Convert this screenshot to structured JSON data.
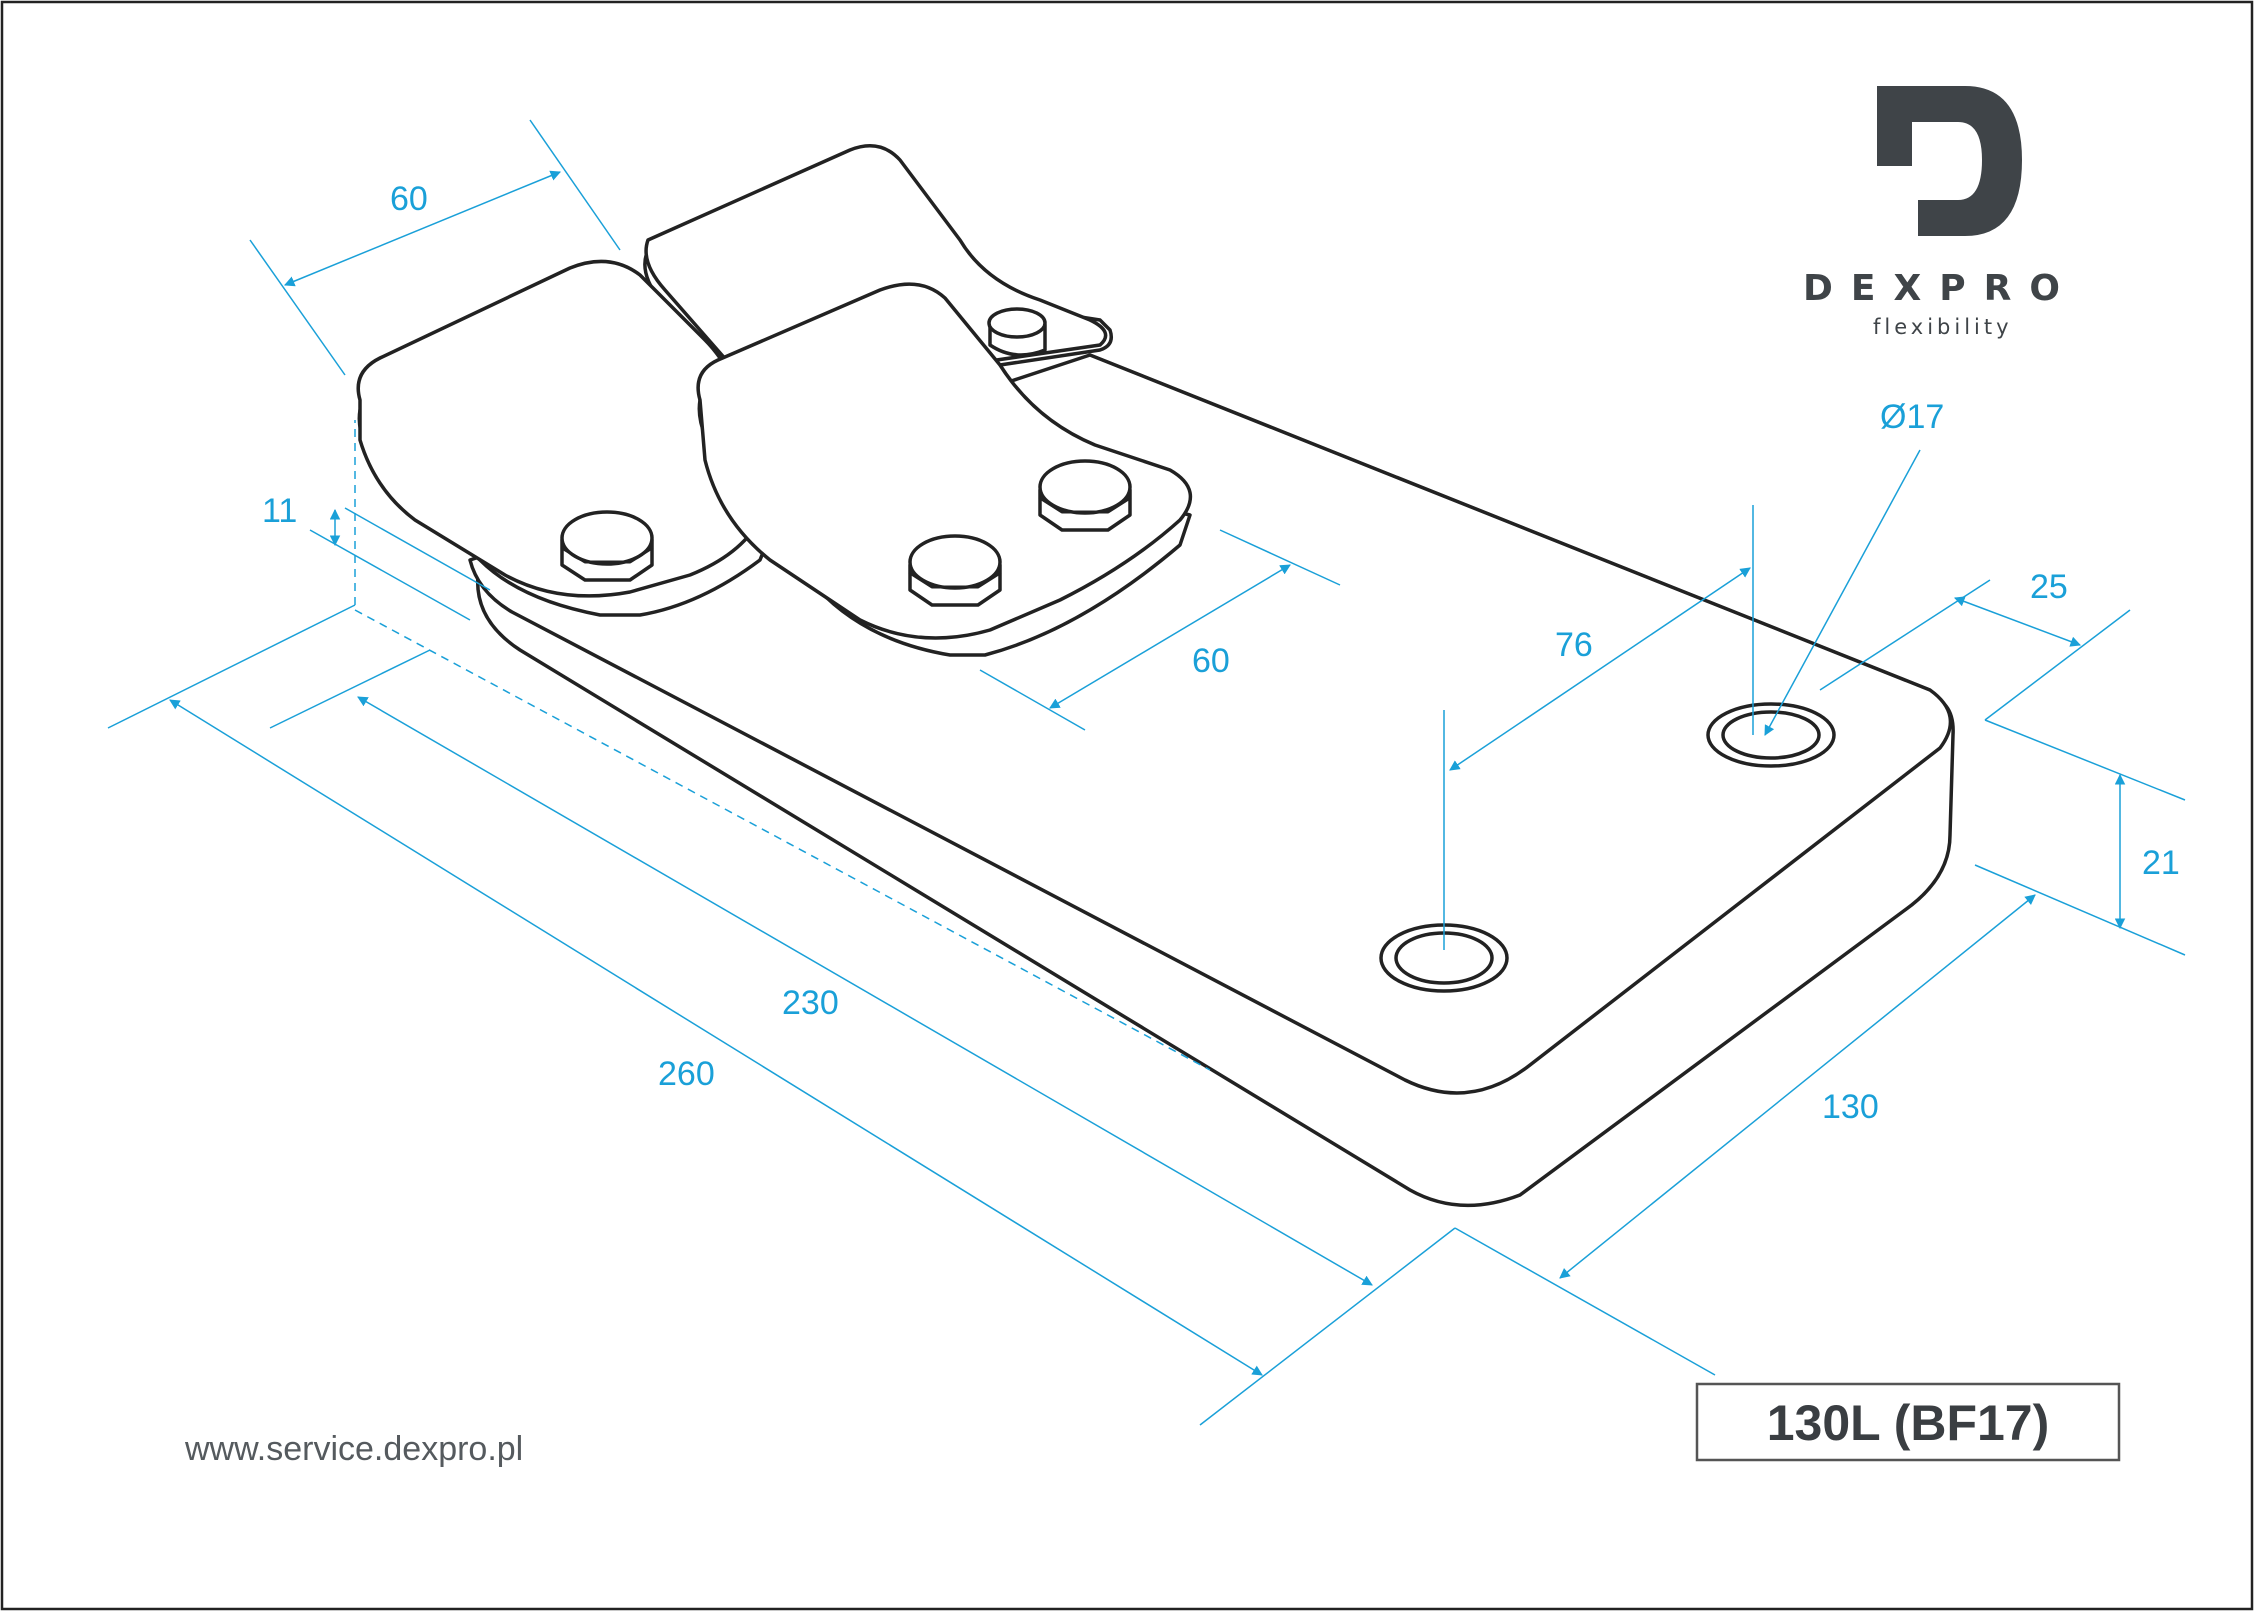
{
  "brand": {
    "name": "DEXPRO",
    "tagline": "flexibility",
    "logo_color": "#3f4448"
  },
  "drawing": {
    "model_label": "130L (BF17)",
    "website": "www.service.dexpro.pl",
    "dimension_color": "#1aa0d8",
    "dimensions": {
      "top_pad_width": "60",
      "front_pad_width": "60",
      "pad_thickness": "11",
      "hole_diameter": "Ø17",
      "hole_edge_offset": "25",
      "hole_spacing": "76",
      "base_thickness": "21",
      "inner_length": "230",
      "total_length": "260",
      "base_width": "130"
    }
  }
}
